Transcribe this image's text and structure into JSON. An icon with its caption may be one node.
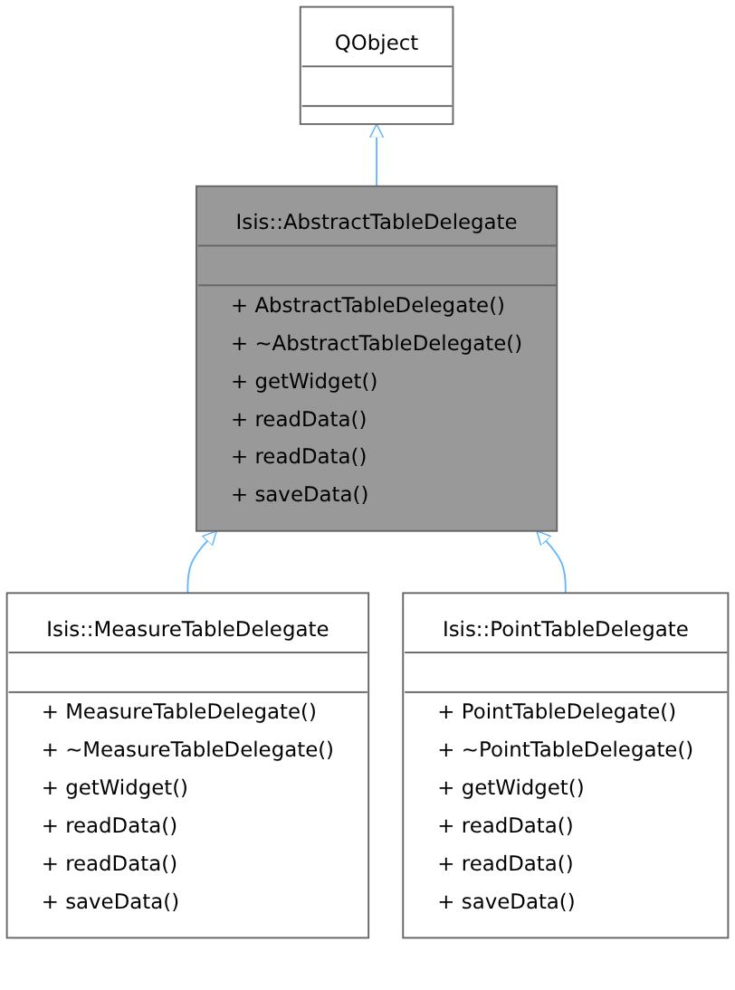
{
  "diagram": {
    "nodes": [
      {
        "text": [
          "QObject"
        ]
      },
      {
        "text": [
          "Isis::AbstractTableDelegate",
          "+ AbstractTableDelegate()",
          "+ ~AbstractTableDelegate()",
          "+ getWidget()",
          "+ readData()",
          "+ readData()",
          "+ saveData()"
        ]
      },
      {
        "text": [
          "Isis::MeasureTableDelegate",
          "+ MeasureTableDelegate()",
          "+ ~MeasureTableDelegate()",
          "+ getWidget()",
          "+ readData()",
          "+ readData()",
          "+ saveData()"
        ]
      },
      {
        "text": [
          "Isis::PointTableDelegate",
          "+ PointTableDelegate()",
          "+ ~PointTableDelegate()",
          "+ getWidget()",
          "+ readData()",
          "+ readData()",
          "+ saveData()"
        ]
      }
    ],
    "edges": [
      {
        "from": 1,
        "to": 0,
        "arrow": "to"
      },
      {
        "from": 2,
        "to": 1,
        "arrow": "to"
      },
      {
        "from": 3,
        "to": 1,
        "arrow": "to"
      }
    ]
  }
}
